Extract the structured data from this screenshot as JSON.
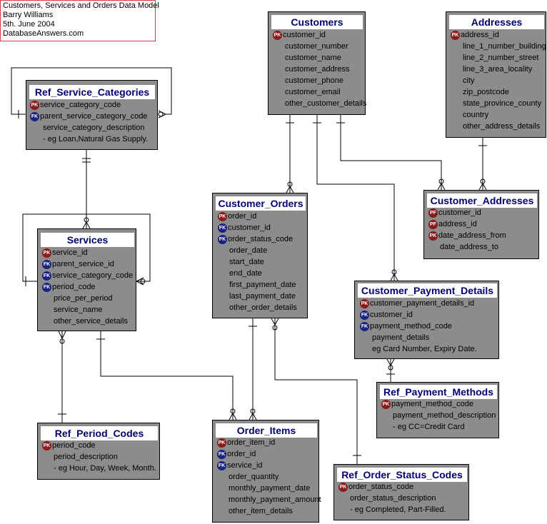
{
  "note": {
    "title": "Customers, Services and Orders Data Model",
    "author": "Barry Williams",
    "date": "5th. June 2004",
    "site": "DatabaseAnswers.com"
  },
  "colors": {
    "entity_fill": "#8c8c8c",
    "title_text": "#00006e",
    "pk_badge": "#8b1a1a",
    "fk_badge": "#1a237e",
    "note_border": "#d04040"
  },
  "entities": {
    "ref_service_categories": {
      "title": "Ref_Service_Categories",
      "attributes": [
        {
          "key": "PK",
          "name": "service_category_code"
        },
        {
          "key": "FK",
          "name": "parent_service_category_code"
        },
        {
          "key": "",
          "name": "service_category_description"
        },
        {
          "key": "",
          "name": "- eg Loan,Natural Gas Supply."
        }
      ]
    },
    "customers": {
      "title": "Customers",
      "attributes": [
        {
          "key": "PK",
          "name": "customer_id"
        },
        {
          "key": "",
          "name": "customer_number"
        },
        {
          "key": "",
          "name": "customer_name"
        },
        {
          "key": "",
          "name": "customer_address"
        },
        {
          "key": "",
          "name": "customer_phone"
        },
        {
          "key": "",
          "name": "customer_email"
        },
        {
          "key": "",
          "name": "other_customer_details"
        }
      ]
    },
    "addresses": {
      "title": "Addresses",
      "attributes": [
        {
          "key": "PK",
          "name": "address_id"
        },
        {
          "key": "",
          "name": "line_1_number_building"
        },
        {
          "key": "",
          "name": "line_2_number_street"
        },
        {
          "key": "",
          "name": "line_3_area_locality"
        },
        {
          "key": "",
          "name": "city"
        },
        {
          "key": "",
          "name": "zip_postcode"
        },
        {
          "key": "",
          "name": "state_province_county"
        },
        {
          "key": "",
          "name": "country"
        },
        {
          "key": "",
          "name": "other_address_details"
        }
      ]
    },
    "customer_addresses": {
      "title": "Customer_Addresses",
      "attributes": [
        {
          "key": "PF",
          "name": "customer_id"
        },
        {
          "key": "PF",
          "name": "address_id"
        },
        {
          "key": "PK",
          "name": "date_address_from"
        },
        {
          "key": "",
          "name": "date_address_to"
        }
      ]
    },
    "services": {
      "title": "Services",
      "attributes": [
        {
          "key": "PK",
          "name": "service_id"
        },
        {
          "key": "FK",
          "name": "parent_service_id"
        },
        {
          "key": "FK",
          "name": "service_category_code"
        },
        {
          "key": "FK",
          "name": "period_code"
        },
        {
          "key": "",
          "name": "price_per_period"
        },
        {
          "key": "",
          "name": "service_name"
        },
        {
          "key": "",
          "name": "other_service_details"
        }
      ]
    },
    "customer_orders": {
      "title": "Customer_Orders",
      "attributes": [
        {
          "key": "PK",
          "name": "order_id"
        },
        {
          "key": "FK",
          "name": "customer_id"
        },
        {
          "key": "FK",
          "name": "order_status_code"
        },
        {
          "key": "",
          "name": "order_date"
        },
        {
          "key": "",
          "name": "start_date"
        },
        {
          "key": "",
          "name": "end_date"
        },
        {
          "key": "",
          "name": "first_payment_date"
        },
        {
          "key": "",
          "name": "last_payment_date"
        },
        {
          "key": "",
          "name": "other_order_details"
        }
      ]
    },
    "customer_payment_details": {
      "title": "Customer_Payment_Details",
      "attributes": [
        {
          "key": "PK",
          "name": "customer_payment_details_id"
        },
        {
          "key": "FK",
          "name": "customer_id"
        },
        {
          "key": "FK",
          "name": "payment_method_code"
        },
        {
          "key": "",
          "name": "payment_details"
        },
        {
          "key": "",
          "name": "eg Card Number, Expiry Date."
        }
      ]
    },
    "ref_payment_methods": {
      "title": "Ref_Payment_Methods",
      "attributes": [
        {
          "key": "PK",
          "name": "payment_method_code"
        },
        {
          "key": "",
          "name": "payment_method_description"
        },
        {
          "key": "",
          "name": "- eg CC=Credit Card"
        }
      ]
    },
    "ref_period_codes": {
      "title": "Ref_Period_Codes",
      "attributes": [
        {
          "key": "PK",
          "name": "period_code"
        },
        {
          "key": "",
          "name": "period_description"
        },
        {
          "key": "",
          "name": "- eg Hour, Day, Week, Month."
        }
      ]
    },
    "order_items": {
      "title": "Order_Items",
      "attributes": [
        {
          "key": "PK",
          "name": "order_item_id"
        },
        {
          "key": "FK",
          "name": "order_id"
        },
        {
          "key": "FK",
          "name": "service_id"
        },
        {
          "key": "",
          "name": "order_quantity"
        },
        {
          "key": "",
          "name": "monthly_payment_date"
        },
        {
          "key": "",
          "name": "monthly_payment_amount"
        },
        {
          "key": "",
          "name": "other_item_details"
        }
      ]
    },
    "ref_order_status_codes": {
      "title": "Ref_Order_Status_Codes",
      "attributes": [
        {
          "key": "PK",
          "name": "order_status_code"
        },
        {
          "key": "",
          "name": "order_status_description"
        },
        {
          "key": "",
          "name": "- eg Completed, Part-Filled."
        }
      ]
    }
  }
}
